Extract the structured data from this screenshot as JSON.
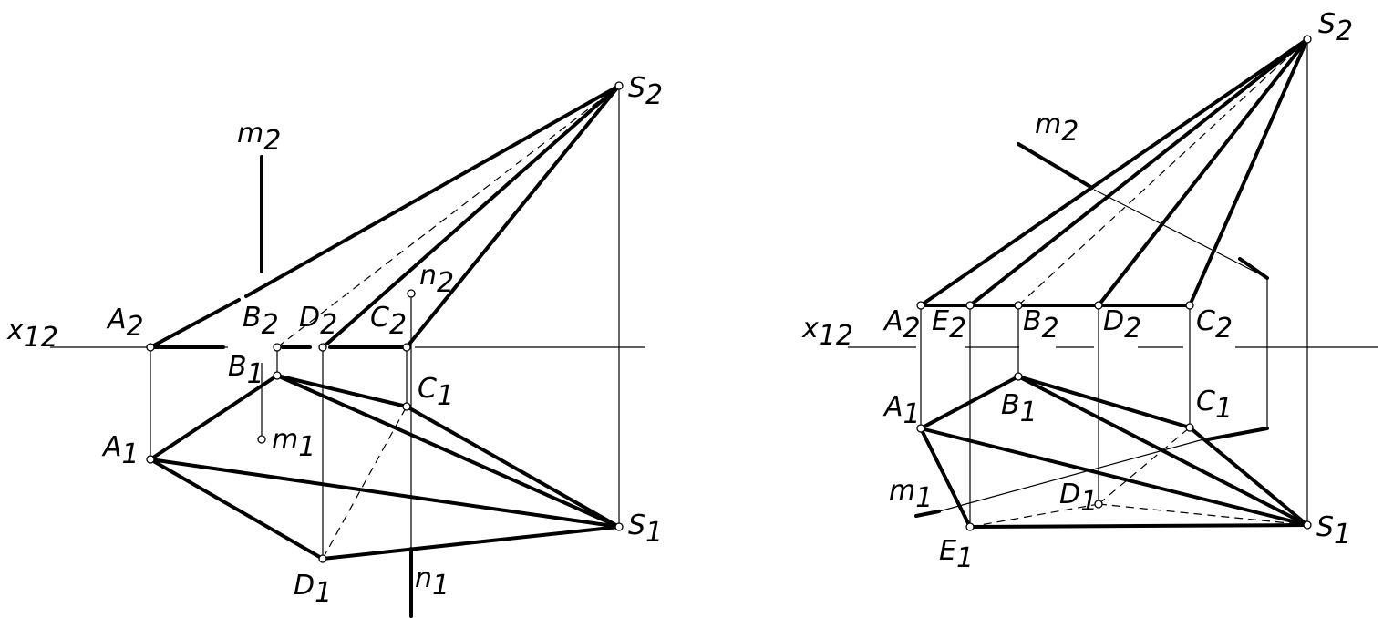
{
  "left_drawing": {
    "axis": {
      "base": "x",
      "sub": "12"
    },
    "points": {
      "S2": {
        "base": "S",
        "sub": "2"
      },
      "A2": {
        "base": "A",
        "sub": "2"
      },
      "B2": {
        "base": "B",
        "sub": "2"
      },
      "D2": {
        "base": "D",
        "sub": "2"
      },
      "C2": {
        "base": "C",
        "sub": "2"
      },
      "n2": {
        "base": "n",
        "sub": "2"
      },
      "m2": {
        "base": "m",
        "sub": "2"
      },
      "B1": {
        "base": "B",
        "sub": "1"
      },
      "C1": {
        "base": "C",
        "sub": "1"
      },
      "A1": {
        "base": "A",
        "sub": "1"
      },
      "m1": {
        "base": "m",
        "sub": "1"
      },
      "S1": {
        "base": "S",
        "sub": "1"
      },
      "D1": {
        "base": "D",
        "sub": "1"
      },
      "n1": {
        "base": "n",
        "sub": "1"
      }
    }
  },
  "right_drawing": {
    "axis": {
      "base": "x",
      "sub": "12"
    },
    "points": {
      "S2": {
        "base": "S",
        "sub": "2"
      },
      "m2": {
        "base": "m",
        "sub": "2"
      },
      "A2": {
        "base": "A",
        "sub": "2"
      },
      "E2": {
        "base": "E",
        "sub": "2"
      },
      "B2": {
        "base": "B",
        "sub": "2"
      },
      "D2": {
        "base": "D",
        "sub": "2"
      },
      "C2": {
        "base": "C",
        "sub": "2"
      },
      "A1": {
        "base": "A",
        "sub": "1"
      },
      "B1": {
        "base": "B",
        "sub": "1"
      },
      "C1": {
        "base": "C",
        "sub": "1"
      },
      "m1": {
        "base": "m",
        "sub": "1"
      },
      "D1": {
        "base": "D",
        "sub": "1"
      },
      "S1": {
        "base": "S",
        "sub": "1"
      },
      "E1": {
        "base": "E",
        "sub": "1"
      }
    }
  }
}
